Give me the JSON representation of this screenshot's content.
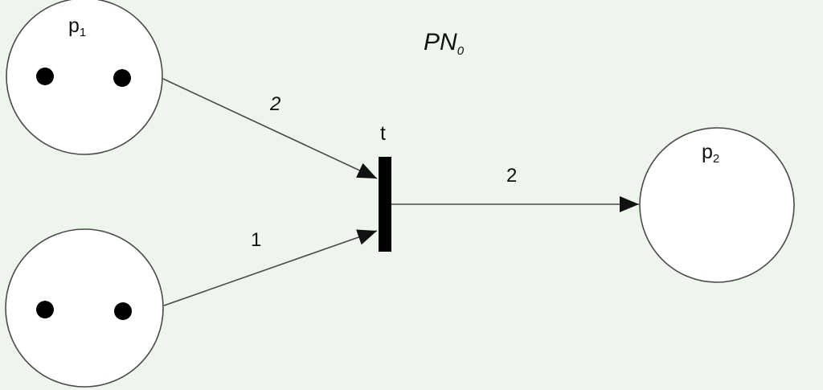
{
  "title": {
    "main": "PN",
    "sub": "0"
  },
  "places": [
    {
      "id": "p1",
      "label": "p",
      "label_sub": "1",
      "tokens": 2
    },
    {
      "id": "p_lower",
      "label": "",
      "label_sub": "",
      "tokens": 2
    },
    {
      "id": "p2",
      "label": "p",
      "label_sub": "2",
      "tokens": 0
    }
  ],
  "transition": {
    "id": "t",
    "label": "t"
  },
  "arcs": [
    {
      "from": "p1",
      "to": "t",
      "weight": "2"
    },
    {
      "from": "p_lower",
      "to": "t",
      "weight": "1"
    },
    {
      "from": "t",
      "to": "p2",
      "weight": "2"
    }
  ],
  "colors": {
    "background": "#eef5ec",
    "stroke": "#4a4a4a",
    "token": "#000000"
  }
}
